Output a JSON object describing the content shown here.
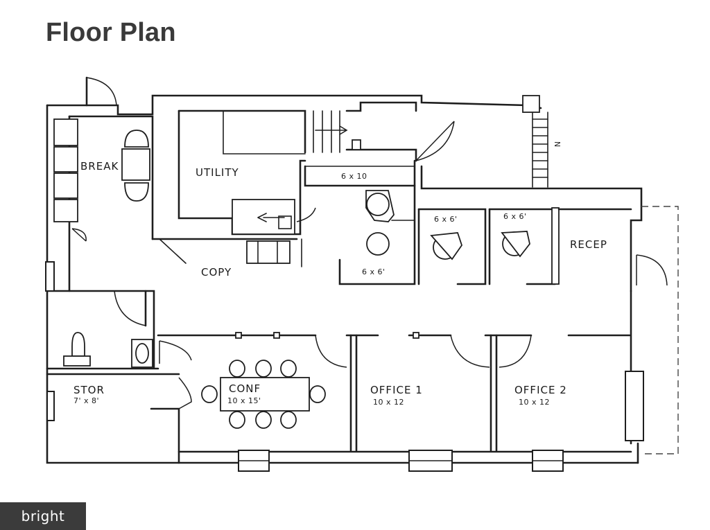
{
  "title": "Floor Plan",
  "rooms": {
    "break": "BREAK",
    "utility": "UTILITY",
    "copy": "COPY",
    "recep": "RECEP",
    "stor": "STOR",
    "stor_dim": "7' x 8'",
    "conf": "CONF",
    "conf_dim": "10 x 15'",
    "office1": "OFFICE 1",
    "office1_dim": "10 x 12",
    "office2": "OFFICE 2",
    "office2_dim": "10 x 12",
    "cube_6x10": "6 x 10",
    "cube_6x6_a": "6 x 6'",
    "cube_6x6_b": "6 x 6'",
    "cube_6x6_c": "6 x 6'",
    "stair_marker": "N"
  },
  "watermark": "bright"
}
